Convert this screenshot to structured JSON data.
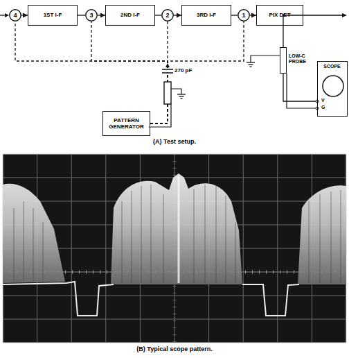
{
  "diagram": {
    "nodes": [
      {
        "text": [
          "4"
        ]
      },
      {
        "text": [
          "1ST I-F"
        ]
      },
      {
        "text": [
          "3"
        ]
      },
      {
        "text": [
          "2ND I-F"
        ]
      },
      {
        "text": [
          "2"
        ]
      },
      {
        "text": [
          "3RD I-F"
        ]
      },
      {
        "text": [
          "1"
        ]
      },
      {
        "text": [
          "PIX DET"
        ]
      },
      {
        "text": [
          "PATTERN GENERATOR"
        ]
      },
      {
        "text": [
          "LOW-C PROBE"
        ]
      },
      {
        "text": [
          "SCOPE",
          "V",
          "G"
        ]
      }
    ],
    "edges": [
      {
        "from": 0,
        "to": 1,
        "arrow": "to"
      },
      {
        "from": 1,
        "to": 2,
        "arrow": "none"
      },
      {
        "from": 2,
        "to": 3,
        "arrow": "to"
      },
      {
        "from": 3,
        "to": 4,
        "arrow": "none"
      },
      {
        "from": 4,
        "to": 5,
        "arrow": "to"
      },
      {
        "from": 5,
        "to": 6,
        "arrow": "none"
      },
      {
        "from": 6,
        "to": 7,
        "arrow": "to"
      },
      {
        "from": 7,
        "to": 9,
        "arrow": "none"
      },
      {
        "from": 9,
        "to": 10,
        "arrow": "none"
      },
      {
        "from": 8,
        "to": 0,
        "arrow": "none"
      },
      {
        "from": 8,
        "to": 2,
        "arrow": "none"
      },
      {
        "from": 8,
        "to": 4,
        "arrow": "none"
      },
      {
        "from": 8,
        "to": 6,
        "arrow": "none"
      }
    ],
    "labels": [
      "270 pF",
      "(A) Test setup.",
      "(B) Typical scope pattern."
    ]
  }
}
